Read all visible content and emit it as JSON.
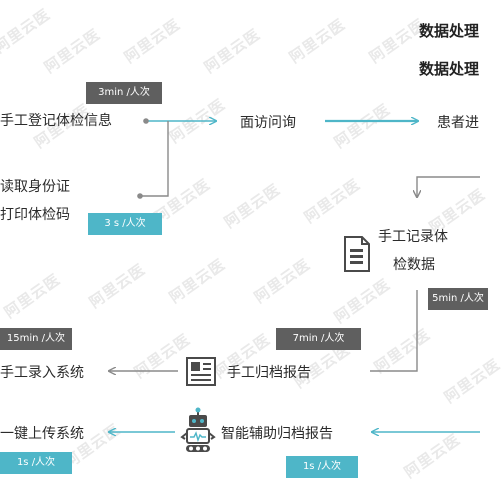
{
  "headings": [
    "数据处理",
    "数据处理"
  ],
  "nodes": {
    "manual_register": "手工登记体检信息",
    "read_id": "读取身份证",
    "print_code": "打印体检码",
    "interview": "面访问询",
    "patient_in": "患者进",
    "manual_record_1": "手工记录体",
    "manual_record_2": "检数据",
    "manual_archive": "手工归档报告",
    "manual_entry": "手工录入系统",
    "smart_archive": "智能辅助归档报告",
    "one_click_upload": "一键上传系统"
  },
  "badges": {
    "b1": "3min /人次",
    "b2": "3 s /人次",
    "b3": "5min /人次",
    "b4": "7min /人次",
    "b5": "15min /人次",
    "b6": "1s /人次",
    "b7": "1s /人次"
  },
  "watermark": "阿里云医",
  "colors": {
    "teal": "#4eb6c8",
    "gray_line": "#8a8a8a",
    "gray_badge": "#5f5f5f"
  },
  "icons": [
    "document-icon",
    "report-icon",
    "robot-icon"
  ]
}
